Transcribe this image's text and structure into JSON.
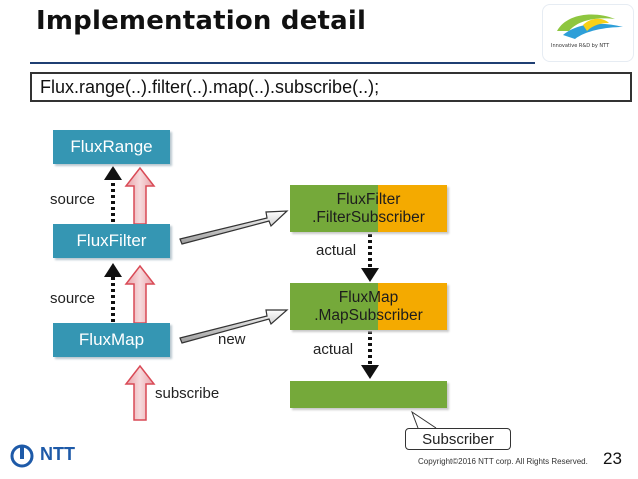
{
  "header": {
    "title": "Implementation detail"
  },
  "logo": {
    "tagline": "Innovative R&D by NTT"
  },
  "code": "Flux.range(..).filter(..).map(..).subscribe(..);",
  "nodes": {
    "flux_range": "FluxRange",
    "flux_filter": "FluxFilter",
    "flux_map": "FluxMap"
  },
  "subscribers": {
    "filter_line1": "FluxFilter",
    "filter_line2": ".FilterSubscriber",
    "map_line1": "FluxMap",
    "map_line2": ".MapSubscriber",
    "callout": "Subscriber"
  },
  "labels": {
    "source_top": "source",
    "source_bottom": "source",
    "actual_top": "actual",
    "actual_bottom": "actual",
    "new": "new",
    "subscribe": "subscribe"
  },
  "footer": {
    "brand": "NTT",
    "copyright": "Copyright©2016 NTT corp. All Rights Reserved.",
    "page": "23"
  },
  "colors": {
    "node_blue": "#3596b3",
    "subscriber_green": "#75a93a",
    "subscriber_orange": "#f4aa00",
    "arrow_red": "#d94a56",
    "title_rule": "#1f3f73"
  }
}
